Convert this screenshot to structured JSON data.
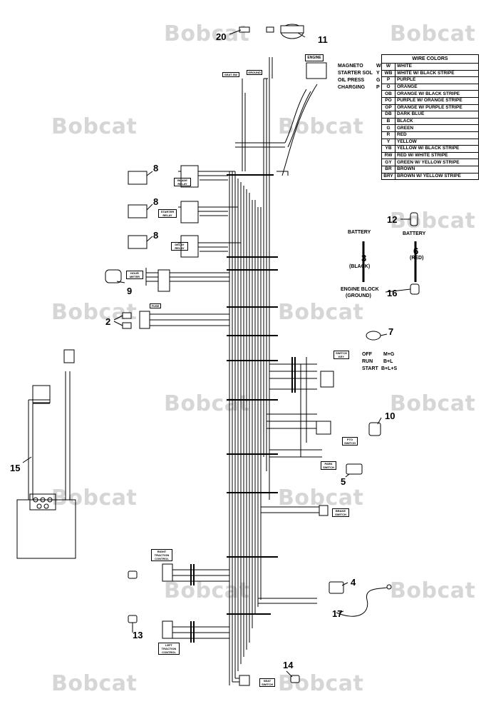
{
  "watermark": "Bobcat",
  "callouts": {
    "c1": "20",
    "c2": "11",
    "c3": "8",
    "c4": "8",
    "c5": "8",
    "c6": "9",
    "c7": "2",
    "c8": "12",
    "c9": "3",
    "c10": "6",
    "c11": "16",
    "c12": "7",
    "c13": "10",
    "c14": "5",
    "c15": "15",
    "c16": "4",
    "c17": "17",
    "c18": "13",
    "c19": "14"
  },
  "engine_key": {
    "header": "ENGINE",
    "rows": [
      {
        "name": "MAGNETO",
        "code": "W"
      },
      {
        "name": "STARTER SOL",
        "code": "Y"
      },
      {
        "name": "OIL PRESS",
        "code": "G"
      },
      {
        "name": "CHARGING",
        "code": "P"
      }
    ]
  },
  "wire_colors": {
    "title": "WIRE COLORS",
    "rows": [
      {
        "code": "W",
        "name": "WHITE"
      },
      {
        "code": "WB",
        "name": "WHITE W/ BLACK STRIPE"
      },
      {
        "code": "P",
        "name": "PURPLE"
      },
      {
        "code": "O",
        "name": "ORANGE"
      },
      {
        "code": "OB",
        "name": "ORANGE W/ BLACK STRIPE"
      },
      {
        "code": "PO",
        "name": "PURPLE W/ ORANGE STRIPE"
      },
      {
        "code": "OP",
        "name": "ORANGE W/ PURPLE STRIPE"
      },
      {
        "code": "DB",
        "name": "DARK BLUE"
      },
      {
        "code": "B",
        "name": "BLACK"
      },
      {
        "code": "G",
        "name": "GREEN"
      },
      {
        "code": "R",
        "name": "RED"
      },
      {
        "code": "Y",
        "name": "YELLOW"
      },
      {
        "code": "YB",
        "name": "YELLOW W/ BLACK STRIPE"
      },
      {
        "code": "RW",
        "name": "RED W/ WHITE STRIPE"
      },
      {
        "code": "GY",
        "name": "GREEN W/ YELLOW STRIPE"
      },
      {
        "code": "BR",
        "name": "BROWN"
      },
      {
        "code": "BRY",
        "name": "BROWN W/ YELLOW STRIPE"
      }
    ]
  },
  "battery_cables": {
    "battery_left": "BATTERY",
    "battery_right": "BATTERY",
    "black": "(BLACK)",
    "red": "(RED)",
    "engine_block_1": "ENGINE BLOCK",
    "engine_block_2": "(GROUND)"
  },
  "ignition_key": {
    "off": "OFF",
    "off_val": "M+G",
    "run": "RUN",
    "run_val": "B+L",
    "start": "START",
    "start_val": "B+L+S"
  },
  "small_labels": {
    "engine": "ENGINE",
    "seat_label": "SEAT SW",
    "ground": "GROUND",
    "fuse": "FUSE",
    "relay1": "BLADE RELAY",
    "relay2": "STARTER RELAY",
    "relay3": "DELAY RELAY",
    "hour": "HOUR METER",
    "switch": "SWITCH KEY",
    "pto": "PTO SWITCH",
    "park": "PARK SWITCH",
    "brake": "BRAKE SWITCH",
    "traction1": "RIGHT TRACTION CONTROL",
    "traction2": "LEFT TRACTION CONTROL",
    "seat": "SEAT SWITCH"
  }
}
